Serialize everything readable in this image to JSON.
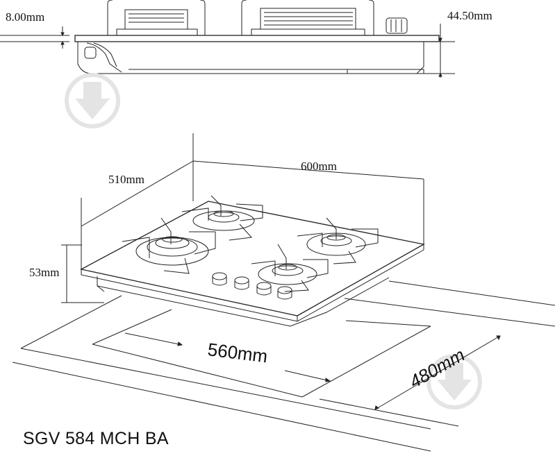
{
  "dimensions": {
    "glass_thickness": "8.00mm",
    "total_height": "44.50mm",
    "depth": "510mm",
    "width": "600mm",
    "body_height": "53mm",
    "cutout_width": "560mm",
    "cutout_depth": "480mm"
  },
  "model": "SGV 584 MCH BA",
  "icons": {
    "watermark": "download-arrow-icon"
  },
  "colors": {
    "line": "#222222",
    "watermark": "#e6e6e6"
  }
}
